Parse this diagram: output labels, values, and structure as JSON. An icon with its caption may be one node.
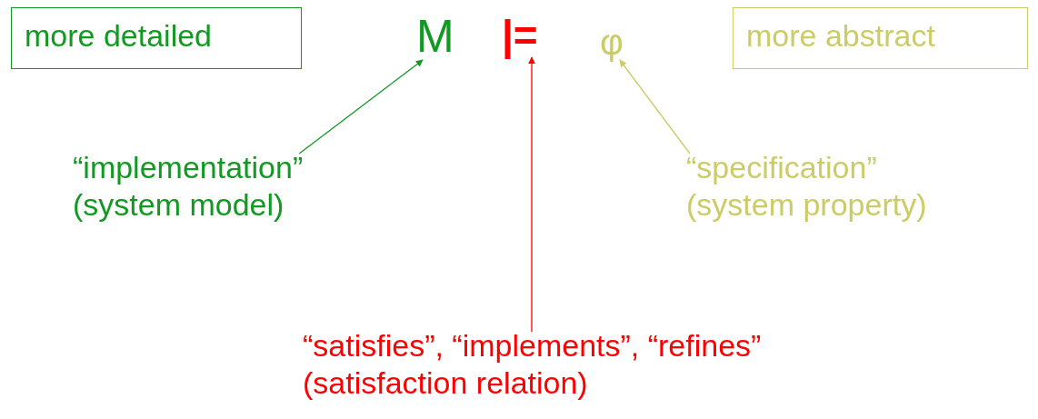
{
  "diagram": {
    "nodes": [
      {
        "text": [
          "more detailed"
        ]
      },
      {
        "text": [
          "M"
        ]
      },
      {
        "text": [
          "|="
        ]
      },
      {
        "text": [
          "φ"
        ]
      },
      {
        "text": [
          "more abstract"
        ]
      },
      {
        "text": [
          "“implementation” (system model)"
        ]
      },
      {
        "text": [
          "“specification” (system property)"
        ]
      },
      {
        "text": [
          "“satisfies”, “implements”, “refines” (satisfaction relation)"
        ]
      }
    ],
    "edges": [
      {
        "from": 5,
        "to": 1,
        "arrow": "to",
        "color": "#119922"
      },
      {
        "from": 6,
        "to": 3,
        "arrow": "to",
        "color": "#cccc66"
      },
      {
        "from": 7,
        "to": 2,
        "arrow": "to",
        "color": "#ff0000"
      }
    ]
  }
}
